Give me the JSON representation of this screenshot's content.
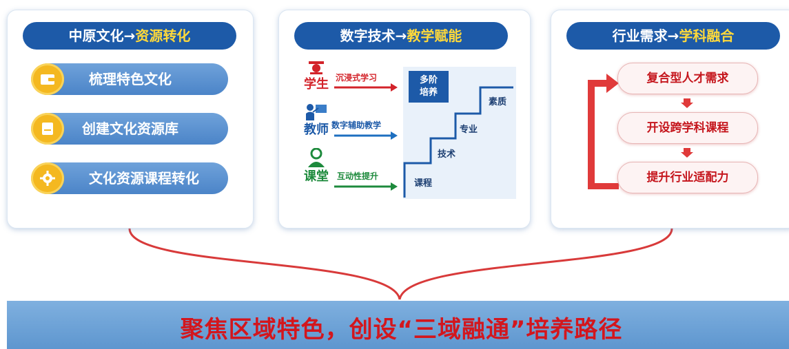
{
  "panel1": {
    "title_main": "中原文化→",
    "title_accent": "资源转化",
    "items": [
      {
        "label": "梳理特色文化",
        "icon": "wallet-icon"
      },
      {
        "label": "创建文化资源库",
        "icon": "database-icon"
      },
      {
        "label": "文化资源课程转化",
        "icon": "gear-icon"
      }
    ]
  },
  "panel2": {
    "title_main": "数字技术→",
    "title_accent": "教学赋能",
    "roles": [
      {
        "label": "学生",
        "arrow": "沉浸式学习",
        "icon": "student-icon"
      },
      {
        "label": "教师",
        "arrow": "数字辅助教学",
        "icon": "teacher-icon"
      },
      {
        "label": "课堂",
        "arrow": "互动性提升",
        "icon": "classroom-icon"
      }
    ],
    "multi_line1": "多阶",
    "multi_line2": "培养",
    "steps": [
      "课程",
      "技术",
      "专业",
      "素质"
    ]
  },
  "panel3": {
    "title_main": "行业需求→",
    "title_accent": "学科融合",
    "items": [
      "复合型人才需求",
      "开设跨学科课程",
      "提升行业适配力"
    ]
  },
  "banner": {
    "text": "聚焦区域特色，创设“三域融通”培养路径"
  },
  "colors": {
    "header_blue": "#1d5aa8",
    "accent_yellow": "#ffd93a",
    "red": "#d3232a",
    "green": "#1d8a3c"
  }
}
